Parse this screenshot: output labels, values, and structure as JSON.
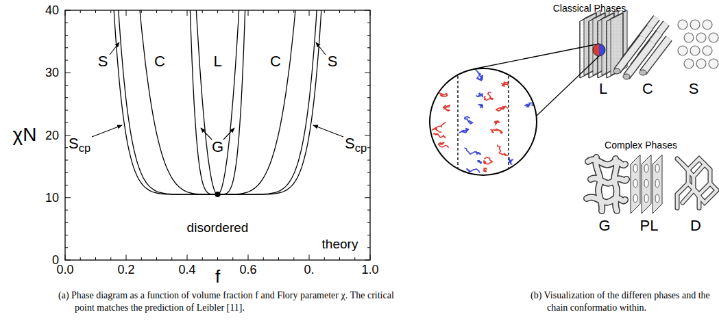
{
  "diagram": {
    "labels": [
      "40",
      "30",
      "20",
      "10",
      "0",
      "0.0",
      "0.2",
      "0.4",
      "0.6",
      "0.",
      "1.0",
      "χN",
      "f",
      "S",
      "C",
      "L",
      "C",
      "S",
      "Scp",
      "Scp",
      "G",
      "disordered",
      "theory",
      "Classical Phases",
      "L",
      "C",
      "S",
      "Complex Phases",
      "G",
      "PL",
      "D",
      "(a) Phase diagram as a function of volume fraction f and Flory parameter χ. The critical point matches the prediction of Leibler [11].",
      "(b) Visualization of the differen phases and the chain conformatio within."
    ]
  }
}
